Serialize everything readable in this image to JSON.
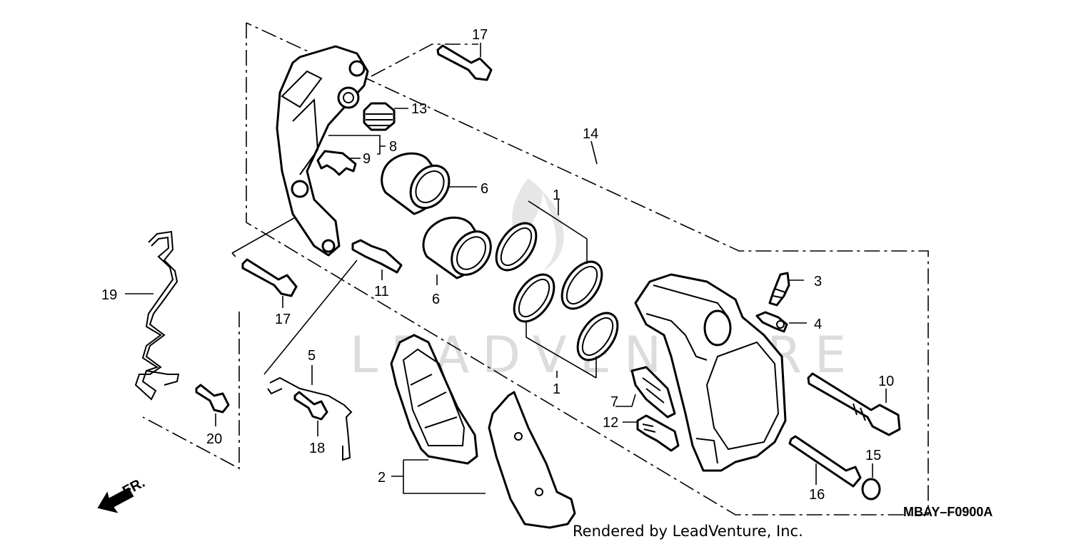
{
  "diagram": {
    "callouts": {
      "c1a": "1",
      "c1b": "1",
      "c2": "2",
      "c3": "3",
      "c4": "4",
      "c5": "5",
      "c6a": "6",
      "c6b": "6",
      "c7": "7",
      "c8": "8",
      "c9": "9",
      "c10": "10",
      "c11": "11",
      "c12": "12",
      "c13": "13",
      "c14": "14",
      "c15": "15",
      "c16": "16",
      "c17a": "17",
      "c17b": "17",
      "c18": "18",
      "c19": "19",
      "c20": "20"
    },
    "part_code": "MBAY–F0900A",
    "credit": "Rendered by LeadVenture, Inc.",
    "watermark": "LEADVENTURE",
    "front_label": "FR."
  },
  "colors": {
    "line": "#000000",
    "background": "#ffffff",
    "watermark": "#dcdcdc"
  }
}
